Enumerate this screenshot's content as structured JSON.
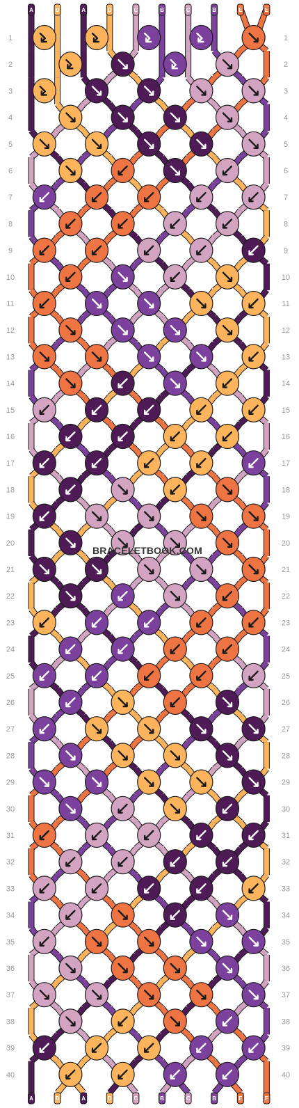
{
  "title": "",
  "watermark": "BRACELETBOOK.COM",
  "colors": {
    "A": "#4e1b56",
    "D": "#fdb45c",
    "C": "#d3a3c2",
    "B": "#7b419d",
    "E": "#ee7443",
    "outline": "#1a1a1a",
    "background": "#ffffff",
    "row_number": "#9a9a9a"
  },
  "strings_top": [
    "A",
    "D",
    "A",
    "D",
    "C",
    "B",
    "C",
    "B",
    "E",
    "E"
  ],
  "strings_bottom": [
    "A",
    "D",
    "A",
    "D",
    "C",
    "B",
    "C",
    "B",
    "E",
    "E"
  ],
  "row_count": 40,
  "row_numbers": [
    "1",
    "2",
    "3",
    "4",
    "5",
    "6",
    "7",
    "8",
    "9",
    "10",
    "11",
    "12",
    "13",
    "14",
    "15",
    "16",
    "17",
    "18",
    "19",
    "20",
    "21",
    "22",
    "23",
    "24",
    "25",
    "26",
    "27",
    "28",
    "29",
    "30",
    "31",
    "32",
    "33",
    "34",
    "35",
    "36",
    "37",
    "38",
    "39",
    "40"
  ],
  "knots": [
    [
      {
        "c": "D",
        "k": "fb"
      },
      {
        "c": "D",
        "k": "fb"
      },
      {
        "c": "B",
        "k": "fb"
      },
      {
        "c": "B",
        "k": "fb"
      },
      {
        "c": "E",
        "k": "f"
      }
    ],
    [
      {
        "c": "D",
        "k": "fb"
      },
      {
        "c": "A",
        "k": "f"
      },
      {
        "c": "B",
        "k": "fb"
      },
      {
        "c": "C",
        "k": "f"
      }
    ],
    [
      {
        "c": "D",
        "k": "fb"
      },
      {
        "c": "A",
        "k": "f"
      },
      {
        "c": "A",
        "k": "f"
      },
      {
        "c": "C",
        "k": "f"
      },
      {
        "c": "C",
        "k": "f"
      }
    ],
    [
      {
        "c": "D",
        "k": "f"
      },
      {
        "c": "A",
        "k": "f"
      },
      {
        "c": "A",
        "k": "f"
      },
      {
        "c": "C",
        "k": "f"
      }
    ],
    [
      {
        "c": "D",
        "k": "f"
      },
      {
        "c": "D",
        "k": "f"
      },
      {
        "c": "A",
        "k": "f"
      },
      {
        "c": "A",
        "k": "f"
      },
      {
        "c": "C",
        "k": "f"
      }
    ],
    [
      {
        "c": "D",
        "k": "f"
      },
      {
        "c": "E",
        "k": "b"
      },
      {
        "c": "A",
        "k": "f"
      },
      {
        "c": "C",
        "k": "b"
      }
    ],
    [
      {
        "c": "B",
        "k": "b"
      },
      {
        "c": "E",
        "k": "b"
      },
      {
        "c": "E",
        "k": "b"
      },
      {
        "c": "C",
        "k": "b"
      },
      {
        "c": "C",
        "k": "b"
      }
    ],
    [
      {
        "c": "E",
        "k": "b"
      },
      {
        "c": "E",
        "k": "b"
      },
      {
        "c": "C",
        "k": "b"
      },
      {
        "c": "C",
        "k": "b"
      }
    ],
    [
      {
        "c": "E",
        "k": "b"
      },
      {
        "c": "E",
        "k": "b"
      },
      {
        "c": "C",
        "k": "b"
      },
      {
        "c": "C",
        "k": "b"
      },
      {
        "c": "A",
        "k": "b"
      }
    ],
    [
      {
        "c": "E",
        "k": "b"
      },
      {
        "c": "B",
        "k": "f"
      },
      {
        "c": "C",
        "k": "b"
      },
      {
        "c": "D",
        "k": "f"
      }
    ],
    [
      {
        "c": "E",
        "k": "b"
      },
      {
        "c": "B",
        "k": "f"
      },
      {
        "c": "B",
        "k": "f"
      },
      {
        "c": "D",
        "k": "f"
      },
      {
        "c": "D",
        "k": "b"
      }
    ],
    [
      {
        "c": "E",
        "k": "f"
      },
      {
        "c": "B",
        "k": "f"
      },
      {
        "c": "B",
        "k": "f"
      },
      {
        "c": "D",
        "k": "f"
      }
    ],
    [
      {
        "c": "E",
        "k": "f"
      },
      {
        "c": "E",
        "k": "f"
      },
      {
        "c": "B",
        "k": "f"
      },
      {
        "c": "B",
        "k": "f"
      },
      {
        "c": "D",
        "k": "b"
      }
    ],
    [
      {
        "c": "E",
        "k": "f"
      },
      {
        "c": "A",
        "k": "b"
      },
      {
        "c": "B",
        "k": "f"
      },
      {
        "c": "D",
        "k": "b"
      }
    ],
    [
      {
        "c": "C",
        "k": "b"
      },
      {
        "c": "A",
        "k": "b"
      },
      {
        "c": "A",
        "k": "b"
      },
      {
        "c": "D",
        "k": "b"
      },
      {
        "c": "D",
        "k": "b"
      }
    ],
    [
      {
        "c": "A",
        "k": "b"
      },
      {
        "c": "A",
        "k": "b"
      },
      {
        "c": "D",
        "k": "b"
      },
      {
        "c": "D",
        "k": "b"
      }
    ],
    [
      {
        "c": "A",
        "k": "b"
      },
      {
        "c": "A",
        "k": "b"
      },
      {
        "c": "D",
        "k": "b"
      },
      {
        "c": "D",
        "k": "b"
      },
      {
        "c": "B",
        "k": "b"
      }
    ],
    [
      {
        "c": "A",
        "k": "b"
      },
      {
        "c": "C",
        "k": "f"
      },
      {
        "c": "D",
        "k": "b"
      },
      {
        "c": "E",
        "k": "f"
      }
    ],
    [
      {
        "c": "A",
        "k": "b"
      },
      {
        "c": "C",
        "k": "f"
      },
      {
        "c": "C",
        "k": "f"
      },
      {
        "c": "E",
        "k": "f"
      },
      {
        "c": "E",
        "k": "f"
      }
    ],
    [
      {
        "c": "A",
        "k": "f"
      },
      {
        "c": "C",
        "k": "f"
      },
      {
        "c": "C",
        "k": "f"
      },
      {
        "c": "E",
        "k": "f"
      }
    ],
    [
      {
        "c": "A",
        "k": "f"
      },
      {
        "c": "A",
        "k": "f"
      },
      {
        "c": "C",
        "k": "f"
      },
      {
        "c": "C",
        "k": "f"
      },
      {
        "c": "E",
        "k": "f"
      }
    ],
    [
      {
        "c": "A",
        "k": "f"
      },
      {
        "c": "B",
        "k": "b"
      },
      {
        "c": "C",
        "k": "f"
      },
      {
        "c": "E",
        "k": "b"
      }
    ],
    [
      {
        "c": "D",
        "k": "b"
      },
      {
        "c": "B",
        "k": "b"
      },
      {
        "c": "B",
        "k": "b"
      },
      {
        "c": "E",
        "k": "b"
      },
      {
        "c": "E",
        "k": "b"
      }
    ],
    [
      {
        "c": "B",
        "k": "b"
      },
      {
        "c": "B",
        "k": "b"
      },
      {
        "c": "E",
        "k": "b"
      },
      {
        "c": "E",
        "k": "b"
      }
    ],
    [
      {
        "c": "B",
        "k": "b"
      },
      {
        "c": "B",
        "k": "b"
      },
      {
        "c": "E",
        "k": "b"
      },
      {
        "c": "E",
        "k": "b"
      },
      {
        "c": "C",
        "k": "b"
      }
    ],
    [
      {
        "c": "B",
        "k": "b"
      },
      {
        "c": "D",
        "k": "f"
      },
      {
        "c": "E",
        "k": "b"
      },
      {
        "c": "A",
        "k": "f"
      }
    ],
    [
      {
        "c": "B",
        "k": "b"
      },
      {
        "c": "D",
        "k": "f"
      },
      {
        "c": "D",
        "k": "f"
      },
      {
        "c": "A",
        "k": "f"
      },
      {
        "c": "A",
        "k": "f"
      }
    ],
    [
      {
        "c": "B",
        "k": "f"
      },
      {
        "c": "D",
        "k": "f"
      },
      {
        "c": "D",
        "k": "f"
      },
      {
        "c": "A",
        "k": "f"
      }
    ],
    [
      {
        "c": "B",
        "k": "f"
      },
      {
        "c": "B",
        "k": "f"
      },
      {
        "c": "D",
        "k": "f"
      },
      {
        "c": "D",
        "k": "f"
      },
      {
        "c": "A",
        "k": "f"
      }
    ],
    [
      {
        "c": "B",
        "k": "f"
      },
      {
        "c": "C",
        "k": "b"
      },
      {
        "c": "D",
        "k": "f"
      },
      {
        "c": "A",
        "k": "b"
      }
    ],
    [
      {
        "c": "E",
        "k": "b"
      },
      {
        "c": "C",
        "k": "b"
      },
      {
        "c": "C",
        "k": "b"
      },
      {
        "c": "A",
        "k": "b"
      },
      {
        "c": "A",
        "k": "b"
      }
    ],
    [
      {
        "c": "C",
        "k": "b"
      },
      {
        "c": "C",
        "k": "b"
      },
      {
        "c": "A",
        "k": "b"
      },
      {
        "c": "A",
        "k": "b"
      }
    ],
    [
      {
        "c": "C",
        "k": "b"
      },
      {
        "c": "C",
        "k": "b"
      },
      {
        "c": "A",
        "k": "b"
      },
      {
        "c": "A",
        "k": "b"
      },
      {
        "c": "D",
        "k": "b"
      }
    ],
    [
      {
        "c": "C",
        "k": "b"
      },
      {
        "c": "E",
        "k": "f"
      },
      {
        "c": "A",
        "k": "b"
      },
      {
        "c": "B",
        "k": "f"
      }
    ],
    [
      {
        "c": "C",
        "k": "b"
      },
      {
        "c": "E",
        "k": "f"
      },
      {
        "c": "E",
        "k": "f"
      },
      {
        "c": "B",
        "k": "f"
      },
      {
        "c": "B",
        "k": "f"
      }
    ],
    [
      {
        "c": "C",
        "k": "f"
      },
      {
        "c": "E",
        "k": "f"
      },
      {
        "c": "E",
        "k": "f"
      },
      {
        "c": "B",
        "k": "f"
      }
    ],
    [
      {
        "c": "C",
        "k": "f"
      },
      {
        "c": "C",
        "k": "f"
      },
      {
        "c": "E",
        "k": "f"
      },
      {
        "c": "E",
        "k": "f"
      },
      {
        "c": "B",
        "k": "f"
      }
    ],
    [
      {
        "c": "C",
        "k": "f"
      },
      {
        "c": "D",
        "k": "b"
      },
      {
        "c": "E",
        "k": "f"
      },
      {
        "c": "B",
        "k": "b"
      }
    ],
    [
      {
        "c": "A",
        "k": "b"
      },
      {
        "c": "D",
        "k": "b"
      },
      {
        "c": "D",
        "k": "b"
      },
      {
        "c": "B",
        "k": "b"
      },
      {
        "c": "B",
        "k": "b"
      }
    ],
    [
      {
        "c": "D",
        "k": "b"
      },
      {
        "c": "D",
        "k": "b"
      },
      {
        "c": "B",
        "k": "b"
      },
      {
        "c": "B",
        "k": "b"
      }
    ]
  ]
}
